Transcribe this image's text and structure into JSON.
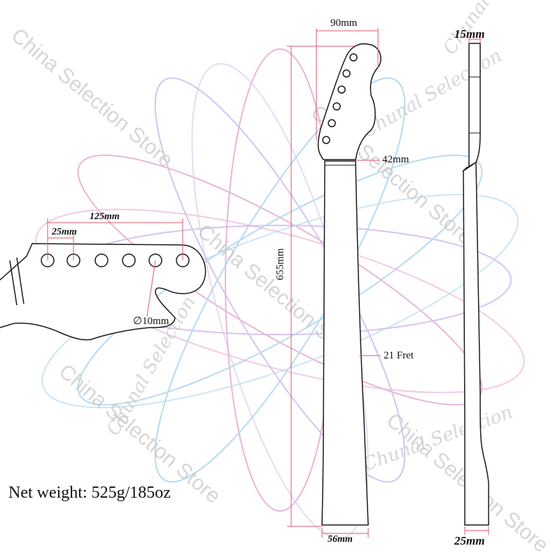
{
  "colors": {
    "outline": "#1a1a1a",
    "dimension_line": "#e05a6a",
    "watermark_text": "#c9c9c9",
    "petal_pink": "#e9b6d8",
    "petal_blue": "#b8daf0",
    "petal_lilac": "#d6c4ee"
  },
  "watermark": {
    "store_text": "China Selection Store",
    "signature": "Chunal Selection"
  },
  "side_headstock": {
    "total_hole_span": "125mm",
    "hole_pitch": "25mm",
    "hole_diameter": "∅10mm"
  },
  "front_neck": {
    "headstock_width": "90mm",
    "nut_width": "42mm",
    "total_length": "655mm",
    "fret_count": "21 Fret",
    "heel_width": "56mm"
  },
  "profile": {
    "headstock_thickness": "15mm",
    "heel_thickness": "25mm"
  },
  "weight": "Net weight: 525g/185oz"
}
